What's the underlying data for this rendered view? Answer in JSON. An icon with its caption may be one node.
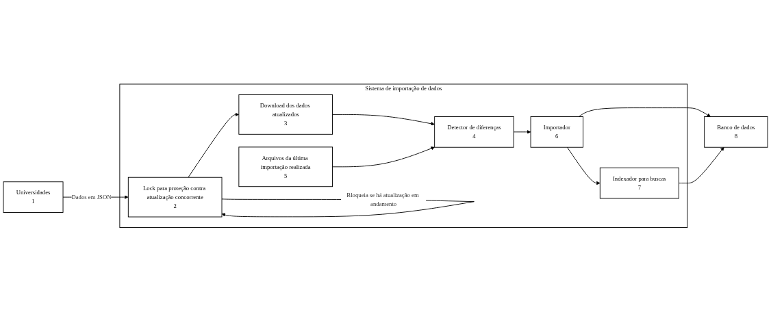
{
  "diagram": {
    "nodes": [
      {
        "text": [
          "Sistema de importação de dados"
        ]
      },
      {
        "text": [
          "Universidades",
          "1"
        ]
      },
      {
        "text": [
          "Lock para proteção contra atualização concorrente",
          "2"
        ],
        "in": 0
      },
      {
        "text": [
          "Download dos dados atualizados",
          "3"
        ],
        "in": 0
      },
      {
        "text": [
          "Arquivos da última importação realizada",
          "5"
        ],
        "in": 0
      },
      {
        "text": [
          "Detector de diferenças",
          "4"
        ],
        "in": 0
      },
      {
        "text": [
          "Importador",
          "6"
        ],
        "in": 0
      },
      {
        "text": [
          "Indexador para buscas",
          "7"
        ],
        "in": 0
      },
      {
        "text": [
          "Banco de dados",
          "8"
        ]
      }
    ],
    "edges": [
      {
        "from": 1,
        "to": 2,
        "arrow": "to",
        "label": "Dados em JSON"
      },
      {
        "from": 2,
        "to": 2,
        "arrow": "to",
        "label": "Bloqueia se há atualização em andamento"
      },
      {
        "from": 2,
        "to": 3,
        "arrow": "to"
      },
      {
        "from": 3,
        "to": 5,
        "arrow": "to"
      },
      {
        "from": 4,
        "to": 5,
        "arrow": "to"
      },
      {
        "from": 5,
        "to": 6,
        "arrow": "to"
      },
      {
        "from": 6,
        "to": 8,
        "arrow": "to"
      },
      {
        "from": 6,
        "to": 7,
        "arrow": "to"
      },
      {
        "from": 7,
        "to": 8,
        "arrow": "to"
      }
    ]
  }
}
